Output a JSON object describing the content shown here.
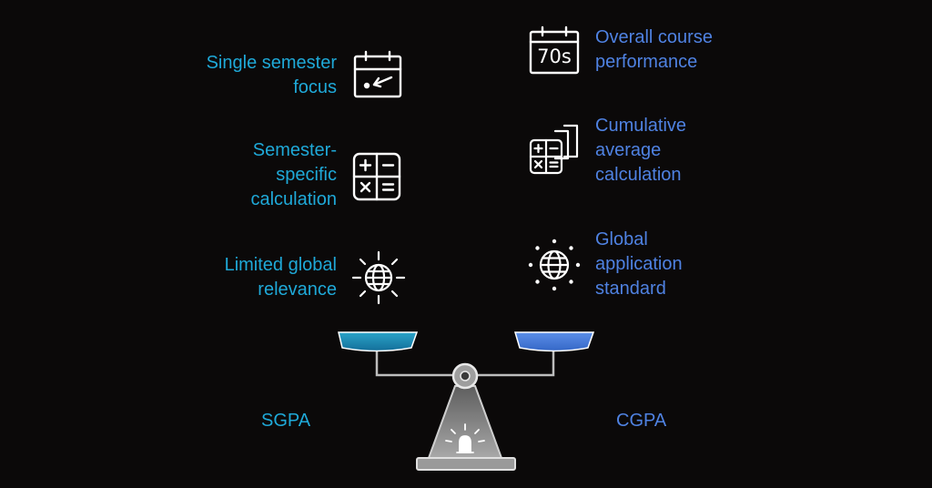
{
  "colors": {
    "background": "#0b0909",
    "sgpa": "#1fa9d8",
    "cgpa": "#4f82e2",
    "icon": "#ffffff",
    "scale_gray": "#8c8c8c"
  },
  "sgpa": {
    "name": "SGPA",
    "features": [
      {
        "text": "Single semester\nfocus",
        "icon": "calendar-pointer-icon"
      },
      {
        "text": "Semester-\nspecific\ncalculation",
        "icon": "calculator-icon"
      },
      {
        "text": "Limited global\nrelevance",
        "icon": "globe-icon"
      }
    ]
  },
  "cgpa": {
    "name": "CGPA",
    "features": [
      {
        "text": "Overall course\nperformance",
        "icon": "calendar-70s-icon",
        "icon_text": "70s"
      },
      {
        "text": "Cumulative\naverage\ncalculation",
        "icon": "calculator-documents-icon"
      },
      {
        "text": "Global\napplication\nstandard",
        "icon": "globe-dotted-icon"
      }
    ]
  }
}
